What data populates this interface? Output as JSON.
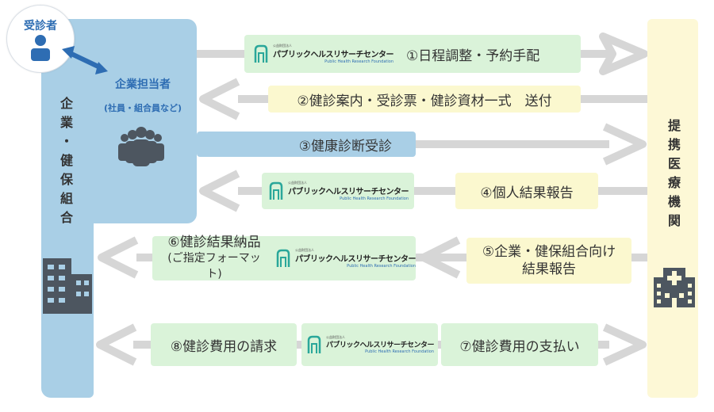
{
  "actors": {
    "patient": "受診者",
    "corp_person": "企業担当者",
    "corp_person_sub": "(社員・組合員など)",
    "corp": "企業・健保組合",
    "partner": "提携医療機関"
  },
  "logo": {
    "small": "公益財団法人",
    "main": "パブリックヘルスリサーチセンター",
    "sub": "Public Health Research Foundation"
  },
  "steps": {
    "s1": "①日程調整・予約手配",
    "s2": "②健診案内・受診票・健診資材一式　送付",
    "s3": "③健康診断受診",
    "s4": "④個人結果報告",
    "s5_line1": "⑤企業・健保組合向け",
    "s5_line2": "結果報告",
    "s6_line1": "⑥健診結果納品",
    "s6_line2": "(ご指定フォーマット)",
    "s7": "⑦健診費用の支払い",
    "s8": "⑧健診費用の請求"
  },
  "colors": {
    "green": "#daf3d9",
    "yellow": "#fbf8cf",
    "blue": "#a9cfe6",
    "arrow": "#d6d6d6",
    "accent": "#2e6db3"
  }
}
